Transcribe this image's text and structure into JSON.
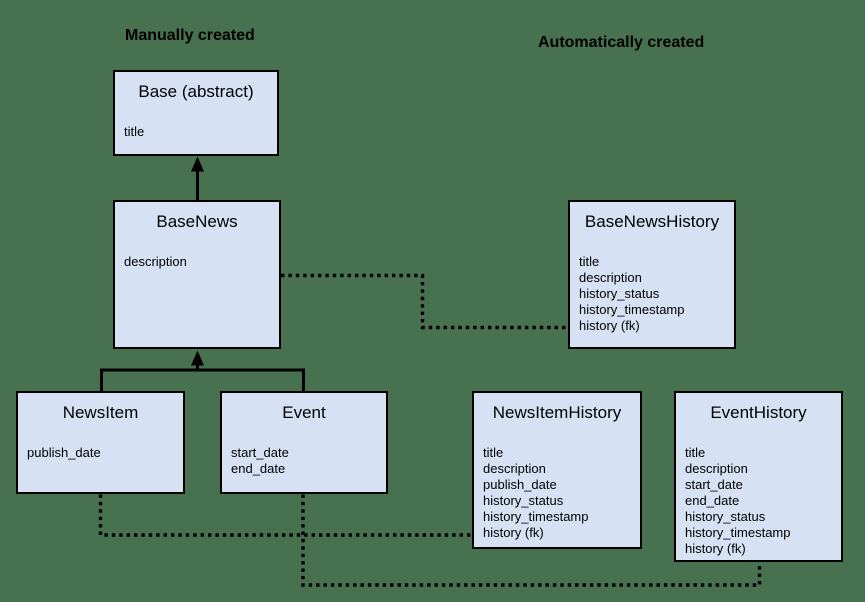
{
  "labels": {
    "manual": "Manually created",
    "automatic": "Automatically created"
  },
  "classes": [
    {
      "title": "Base (abstract)",
      "fields": [
        "title"
      ]
    },
    {
      "title": "BaseNews",
      "fields": [
        "description"
      ]
    },
    {
      "title": "BaseNewsHistory",
      "fields": [
        "title",
        "description",
        "history_status",
        "history_timestamp",
        "history (fk)"
      ]
    },
    {
      "title": "NewsItem",
      "fields": [
        "publish_date"
      ]
    },
    {
      "title": "Event",
      "fields": [
        "start_date",
        "end_date"
      ]
    },
    {
      "title": "NewsItemHistory",
      "fields": [
        "title",
        "description",
        "publish_date",
        "history_status",
        "history_timestamp",
        "history (fk)"
      ]
    },
    {
      "title": "EventHistory",
      "fields": [
        "title",
        "description",
        "start_date",
        "end_date",
        "history_status",
        "history_timestamp",
        "history (fk)"
      ]
    }
  ],
  "colors": {
    "background": "#47714f",
    "box_fill": "#d6e2f4",
    "box_border": "#000000",
    "line": "#000000",
    "text": "#000000"
  }
}
